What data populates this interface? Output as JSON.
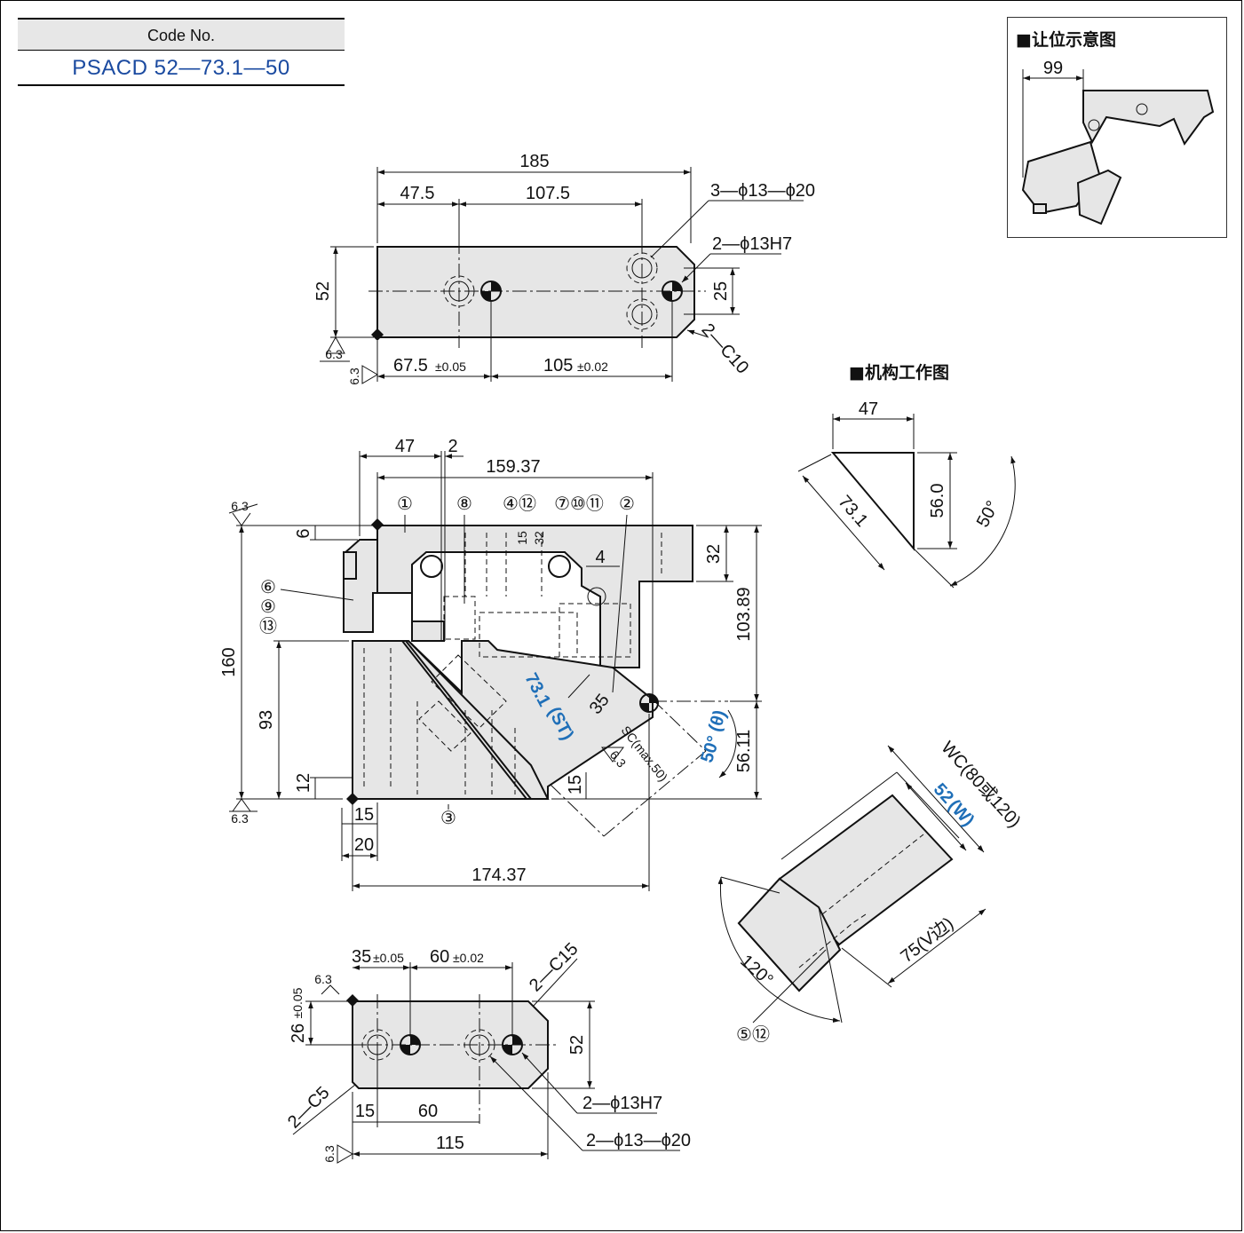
{
  "code_table": {
    "header": "Code No.",
    "value": "PSACD 52—73.1—50"
  },
  "sections": {
    "clearance_title": "■让位示意图",
    "mechanism_title": "■机构工作图"
  },
  "clearance": {
    "dim_99": "99"
  },
  "mechanism": {
    "dim_47": "47",
    "dim_56": "56.0",
    "dim_73": "73.1",
    "angle_50": "50°"
  },
  "top_plate": {
    "dim_185": "185",
    "dim_47_5": "47.5",
    "dim_107_5": "107.5",
    "callout_holes": "3—ϕ13—ϕ20",
    "callout_pins": "2—ϕ13H7",
    "dim_52": "52",
    "dim_25": "25",
    "chamfer": "2—C10",
    "dim_67_5": "67.5",
    "tol_67_5": "±0.05",
    "dim_105": "105",
    "tol_105": "±0.02",
    "rough": "6.3"
  },
  "main_view": {
    "dim_47": "47",
    "dim_2": "2",
    "dim_159": "159.37",
    "dim_6": "6",
    "dim_15": "15",
    "dim_32a": "32",
    "dim_4": "4",
    "dim_32b": "32",
    "dim_103": "103.89",
    "dim_160": "160",
    "dim_93": "93",
    "dim_12": "12",
    "dim_35": "35",
    "stroke": "73.1",
    "stroke_tag": "(ST)",
    "sc": "SC(max.50)",
    "angle": "50°",
    "angle_tag": "(θ)",
    "dim_56": "56.11",
    "dim_15b": "15",
    "dim_15c": "15",
    "dim_20": "20",
    "dim_174": "174.37",
    "rough": "6.3",
    "labels": {
      "p1": "①",
      "p8": "⑧",
      "p4_12": "④⑫",
      "p7_10_11": "⑦⑩⑪",
      "p2": "②",
      "p6": "⑥",
      "p9": "⑨",
      "p13": "⑬",
      "p3": "③"
    }
  },
  "iso_view": {
    "wc": "WC(80或120)",
    "w": "52",
    "w_tag": "(W)",
    "v75": "75(V边)",
    "angle_120": "120°",
    "label": "⑤⑫"
  },
  "bottom_plate": {
    "dim_35": "35",
    "tol_35": "±0.05",
    "dim_60": "60",
    "tol_60": "±0.02",
    "chamfer_c15": "2—C15",
    "dim_26": "26",
    "tol_26": "±0.05",
    "dim_52": "52",
    "chamfer_c5": "2—C5",
    "dim_15": "15",
    "dim_60b": "60",
    "dim_115": "115",
    "callout_pins": "2—ϕ13H7",
    "callout_holes": "2—ϕ13—ϕ20",
    "rough": "6.3"
  }
}
